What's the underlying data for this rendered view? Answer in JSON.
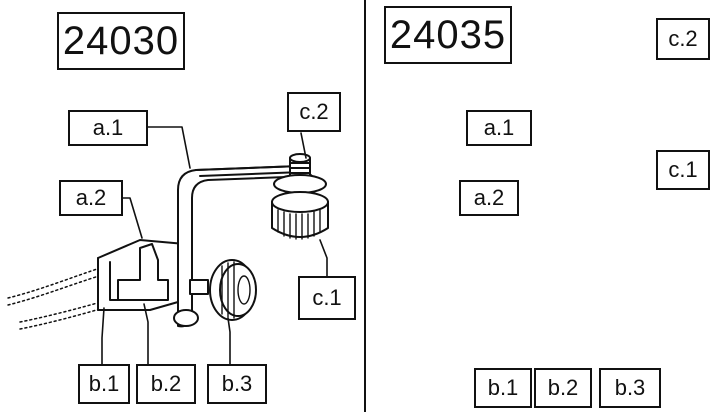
{
  "panels": [
    {
      "model": "24030",
      "labels": {
        "a1": "a.1",
        "a2": "a.2",
        "b1": "b.1",
        "b2": "b.2",
        "b3": "b.3",
        "c1": "c.1",
        "c2": "c.2"
      }
    },
    {
      "model": "24035",
      "labels": {
        "a1": "a.1",
        "a2": "a.2",
        "b1": "b.1",
        "b2": "b.2",
        "b3": "b.3",
        "c1": "c.1",
        "c2": "c.2"
      }
    }
  ]
}
